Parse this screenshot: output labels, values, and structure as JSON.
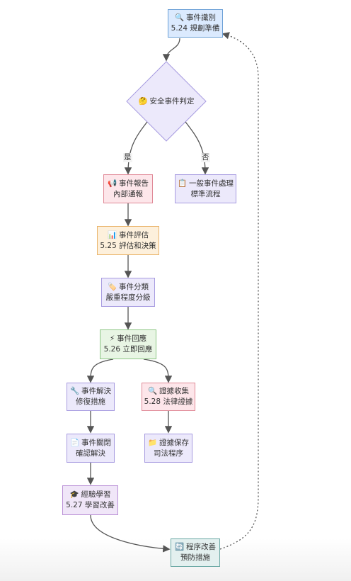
{
  "nodes": {
    "identify": {
      "icon": "🔍",
      "title": "事件識別",
      "sub": "5.24 規劃準備"
    },
    "decision": {
      "icon": "🤔",
      "title": "安全事件判定"
    },
    "report": {
      "icon": "📢",
      "title": "事件報告",
      "sub": "內部通報"
    },
    "general": {
      "icon": "📋",
      "title": "一般事件處理",
      "sub": "標準流程"
    },
    "assess": {
      "icon": "📊",
      "title": "事件評估",
      "sub": "5.25 評估和決策"
    },
    "classify": {
      "icon": "🏷️",
      "title": "事件分類",
      "sub": "嚴重程度分級"
    },
    "respond": {
      "icon": "⚡",
      "title": "事件回應",
      "sub": "5.26 立即回應"
    },
    "resolve": {
      "icon": "🔧",
      "title": "事件解決",
      "sub": "修復措施"
    },
    "evidence": {
      "icon": "🔍",
      "title": "證據收集",
      "sub": "5.28 法律證據"
    },
    "close": {
      "icon": "📄",
      "title": "事件關閉",
      "sub": "確認解決"
    },
    "preserve": {
      "icon": "📁",
      "title": "證據保存",
      "sub": "司法程序"
    },
    "learn": {
      "icon": "🎓",
      "title": "經驗學習",
      "sub": "5.27 學習改善"
    },
    "improve": {
      "icon": "🔄",
      "title": "程序改善",
      "sub": "預防措施"
    }
  },
  "edge_labels": {
    "yes": "是",
    "no": "否"
  }
}
